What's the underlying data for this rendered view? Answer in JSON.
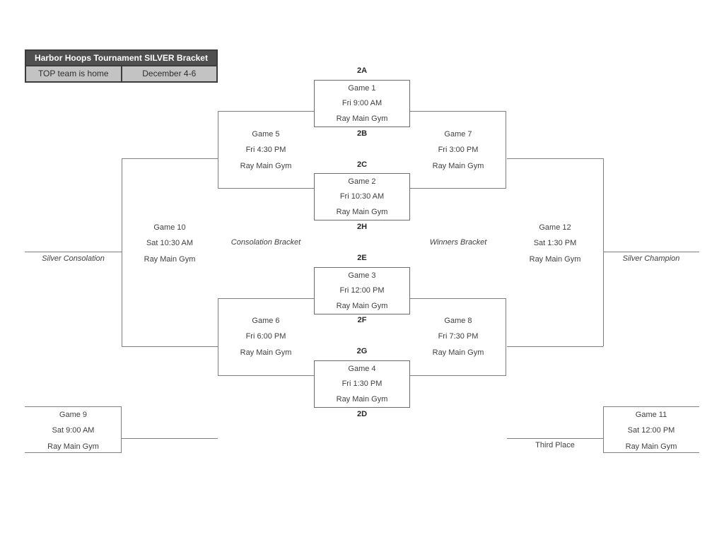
{
  "header": {
    "title": "Harbor Hoops Tournament SILVER Bracket",
    "home_note": "TOP team is home",
    "dates": "December 4-6"
  },
  "slot_labels": [
    "2A",
    "2B",
    "2C",
    "2H",
    "2E",
    "2F",
    "2G",
    "2D"
  ],
  "games": [
    {
      "name": "Game 1",
      "time": "Fri 9:00 AM",
      "venue": "Ray Main Gym"
    },
    {
      "name": "Game 2",
      "time": "Fri 10:30 AM",
      "venue": "Ray Main Gym"
    },
    {
      "name": "Game 3",
      "time": "Fri 12:00 PM",
      "venue": "Ray Main Gym"
    },
    {
      "name": "Game 4",
      "time": "Fri 1:30 PM",
      "venue": "Ray Main Gym"
    },
    {
      "name": "Game 5",
      "time": "Fri 4:30 PM",
      "venue": "Ray Main Gym"
    },
    {
      "name": "Game 6",
      "time": "Fri 6:00 PM",
      "venue": "Ray Main Gym"
    },
    {
      "name": "Game 7",
      "time": "Fri 3:00 PM",
      "venue": "Ray Main Gym"
    },
    {
      "name": "Game 8",
      "time": "Fri 7:30 PM",
      "venue": "Ray Main Gym"
    },
    {
      "name": "Game 9",
      "time": "Sat 9:00 AM",
      "venue": "Ray Main Gym"
    },
    {
      "name": "Game 10",
      "time": "Sat 10:30 AM",
      "venue": "Ray Main Gym"
    },
    {
      "name": "Game 11",
      "time": "Sat 12:00 PM",
      "venue": "Ray Main Gym"
    },
    {
      "name": "Game 12",
      "time": "Sat 1:30 PM",
      "venue": "Ray Main Gym"
    }
  ],
  "annotations": {
    "consolation_bracket": "Consolation Bracket",
    "winners_bracket": "Winners Bracket",
    "silver_consolation": "Silver Consolation",
    "silver_champion": "Silver Champion",
    "third_place": "Third Place"
  },
  "colors": {
    "line": "#7f7f7f",
    "text": "#3f3f3f",
    "header_bg": "#4f4f4f",
    "header_cell_bg": "#c3c3c3",
    "header_border": "#3b3b3b"
  }
}
